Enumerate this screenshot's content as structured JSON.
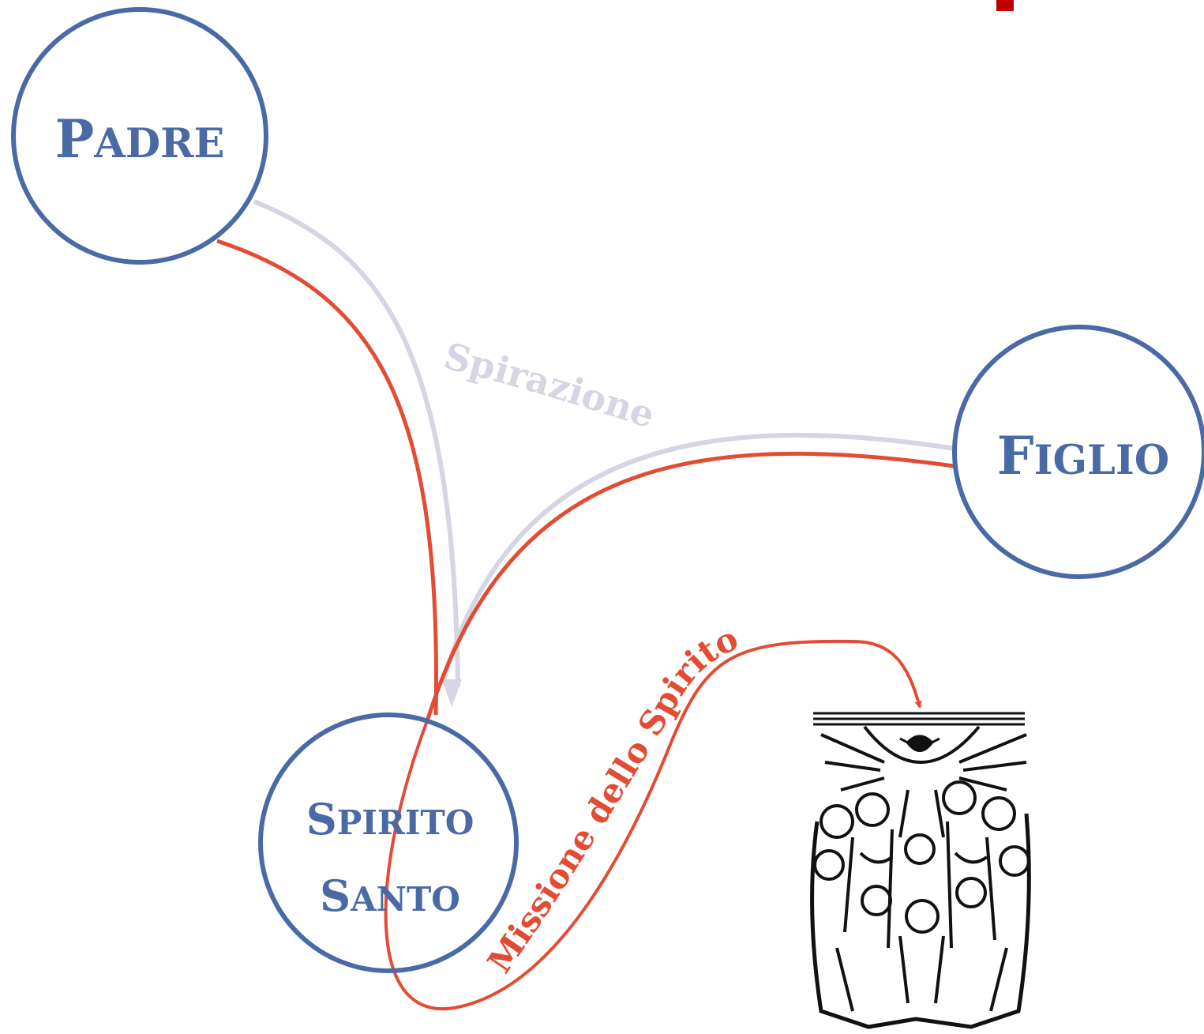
{
  "nodes": {
    "padre": {
      "label_initial": "P",
      "label_rest": "ADRE"
    },
    "figlio": {
      "label_initial": "F",
      "label_rest": "IGLIO"
    },
    "spirito_santo": {
      "line1_initial": "S",
      "line1_rest": "PIRITO",
      "line2_initial": "S",
      "line2_rest": "ANTO"
    }
  },
  "edges": {
    "spirazione": {
      "label": "Spirazione"
    },
    "missione": {
      "label": "Missione dello Spirito"
    }
  },
  "colors": {
    "node_stroke": "#4a6aa6",
    "node_text": "#4a6aa6",
    "spirazione": "#d5d5e4",
    "missione": "#e34b33",
    "cropped_glyph": "#c00000"
  },
  "illustration": {
    "icon": "pentecost-illustration-icon"
  }
}
